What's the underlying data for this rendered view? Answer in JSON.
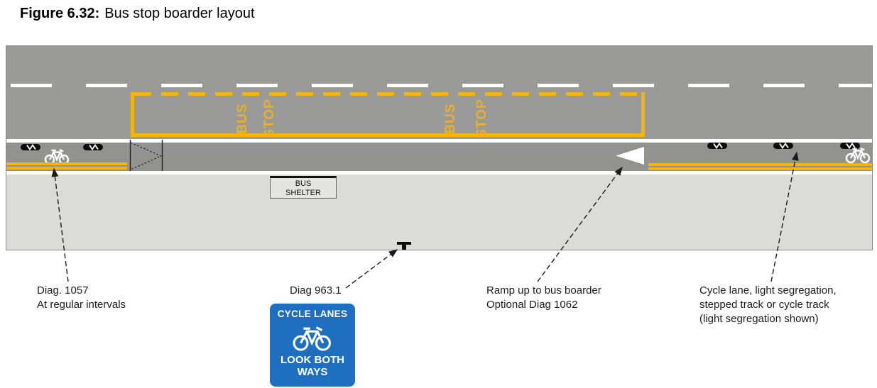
{
  "figure": {
    "label": "Figure 6.32:",
    "title": "Bus stop boarder layout"
  },
  "road": {
    "bus_stop_marking": {
      "word1": "BUS",
      "word2": "STOP"
    }
  },
  "labels": {
    "bus_shelter": {
      "line1": "BUS",
      "line2": "SHELTER"
    }
  },
  "annotations": [
    {
      "id": "diag-1057",
      "lines": [
        "Diag. 1057",
        "At regular intervals"
      ]
    },
    {
      "id": "diag-963-1",
      "lines": [
        "Diag 963.1"
      ]
    },
    {
      "id": "ramp",
      "lines": [
        "Ramp up to bus boarder",
        "Optional Diag 1062"
      ]
    },
    {
      "id": "cycle-lane",
      "lines": [
        "Cycle lane, light segregation,",
        "stepped track or cycle track",
        "(light segregation shown)"
      ]
    }
  ],
  "sign": {
    "line1": "CYCLE LANES",
    "line2": "LOOK BOTH",
    "line3": "WAYS"
  },
  "colors": {
    "carriageway": "#9A9A99",
    "cycle_lane_and_boarder": "#929291",
    "footway": "#DBDBDA",
    "marking_yellow": "#F3B50A",
    "marking_white": "#FFFFFF",
    "sign_blue": "#1E6FBF"
  },
  "icons": {
    "cycle_symbol": "bicycle-icon",
    "segregation_marker": "light-segregation-marker-icon",
    "ramp_marking": "ramp-triangle-icon",
    "sign_post": "sign-post-icon"
  }
}
